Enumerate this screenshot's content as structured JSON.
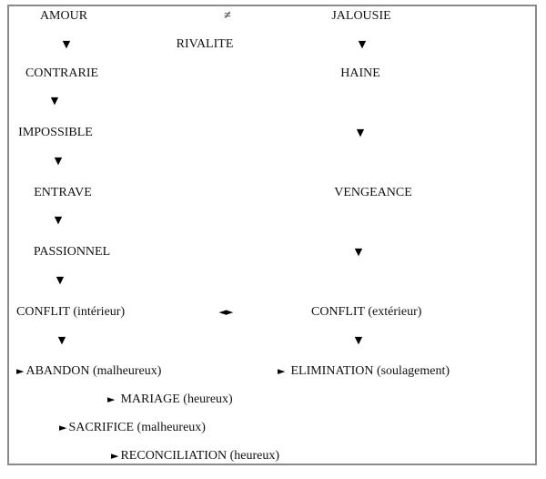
{
  "diagram": {
    "header": {
      "left": "AMOUR",
      "relation": "≠",
      "right": "JALOUSIE",
      "center_sublabel": "RIVALITE"
    },
    "left_chain": [
      "CONTRARIE",
      "IMPOSSIBLE",
      "ENTRAVE",
      "PASSIONNEL",
      "CONFLIT (intérieur)"
    ],
    "right_chain": [
      "HAINE",
      "VENGEANCE",
      "CONFLIT (extérieur)"
    ],
    "outcomes": [
      {
        "label": "ABANDON (malheureux)"
      },
      {
        "label": "ELIMINATION (soulagement)"
      },
      {
        "label": "MARIAGE (heureux)"
      },
      {
        "label": "SACRIFICE (malheureux)"
      },
      {
        "label": "RECONCILIATION (heureux)"
      }
    ],
    "icons": {
      "down_arrow": "▼",
      "left_right_arrow": "◄►",
      "outcome_bullet": "►"
    },
    "colors": {
      "text": "#111111",
      "border": "#8a8a8a",
      "background": "#ffffff"
    }
  }
}
